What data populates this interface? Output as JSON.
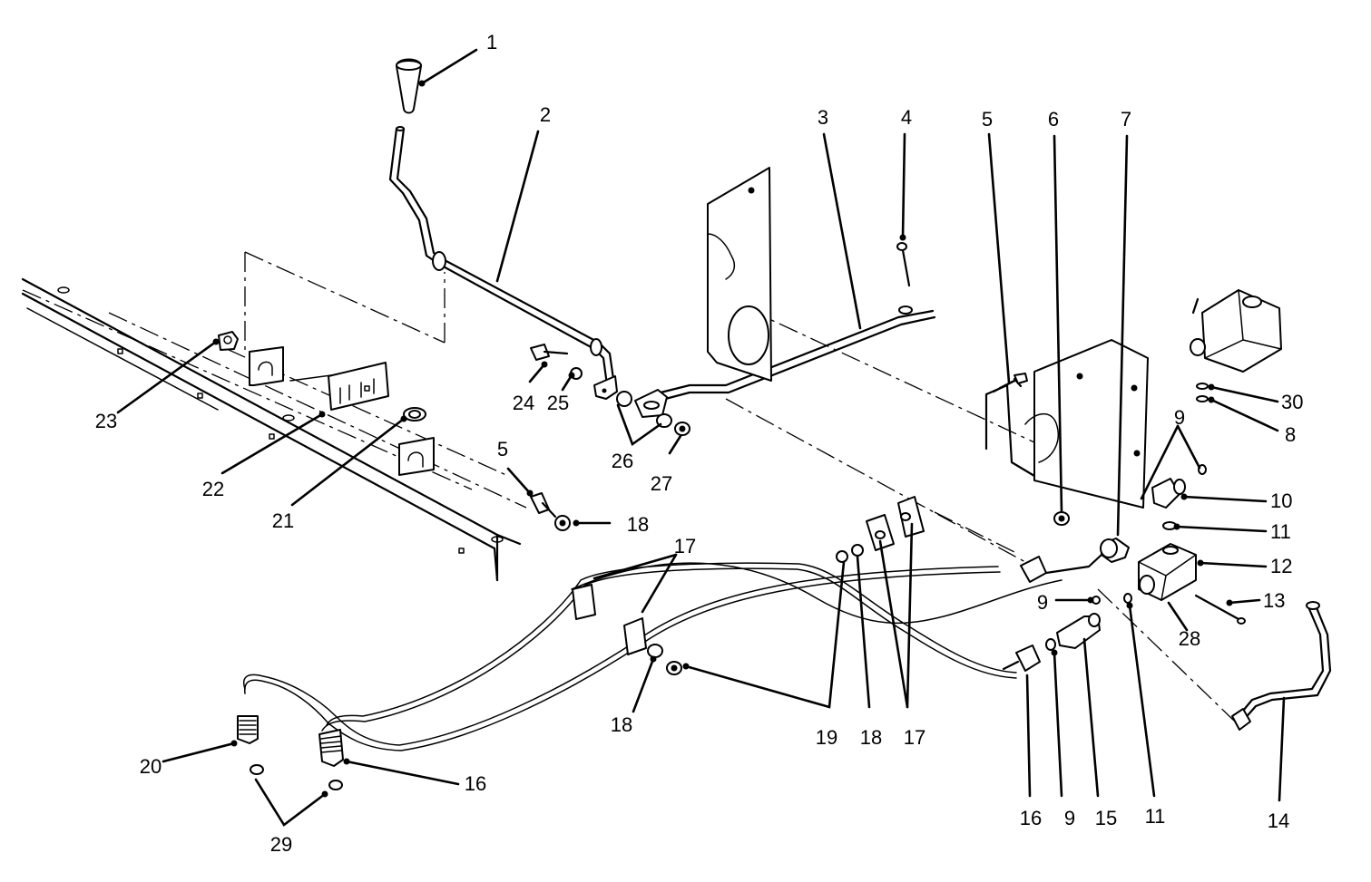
{
  "diagram": {
    "type": "exploded-parts-view",
    "callouts": [
      {
        "id": "c1",
        "label": "1"
      },
      {
        "id": "c2",
        "label": "2"
      },
      {
        "id": "c3",
        "label": "3"
      },
      {
        "id": "c4",
        "label": "4"
      },
      {
        "id": "c5a",
        "label": "5"
      },
      {
        "id": "c6",
        "label": "6"
      },
      {
        "id": "c7",
        "label": "7"
      },
      {
        "id": "c30",
        "label": "30"
      },
      {
        "id": "c8",
        "label": "8"
      },
      {
        "id": "c9a",
        "label": "9"
      },
      {
        "id": "c10",
        "label": "10"
      },
      {
        "id": "c11a",
        "label": "11"
      },
      {
        "id": "c12",
        "label": "12"
      },
      {
        "id": "c13",
        "label": "13"
      },
      {
        "id": "c28",
        "label": "28"
      },
      {
        "id": "c9b",
        "label": "9"
      },
      {
        "id": "c23",
        "label": "23"
      },
      {
        "id": "c22",
        "label": "22"
      },
      {
        "id": "c21",
        "label": "21"
      },
      {
        "id": "c24",
        "label": "24"
      },
      {
        "id": "c25",
        "label": "25"
      },
      {
        "id": "c26",
        "label": "26"
      },
      {
        "id": "c27",
        "label": "27"
      },
      {
        "id": "c5b",
        "label": "5"
      },
      {
        "id": "c18a",
        "label": "18"
      },
      {
        "id": "c17a",
        "label": "17"
      },
      {
        "id": "c18b",
        "label": "18"
      },
      {
        "id": "c19",
        "label": "19"
      },
      {
        "id": "c18c",
        "label": "18"
      },
      {
        "id": "c17b",
        "label": "17"
      },
      {
        "id": "c20",
        "label": "20"
      },
      {
        "id": "c16a",
        "label": "16"
      },
      {
        "id": "c29",
        "label": "29"
      },
      {
        "id": "c16b",
        "label": "16"
      },
      {
        "id": "c9c",
        "label": "9"
      },
      {
        "id": "c15",
        "label": "15"
      },
      {
        "id": "c11b",
        "label": "11"
      },
      {
        "id": "c14",
        "label": "14"
      }
    ]
  }
}
